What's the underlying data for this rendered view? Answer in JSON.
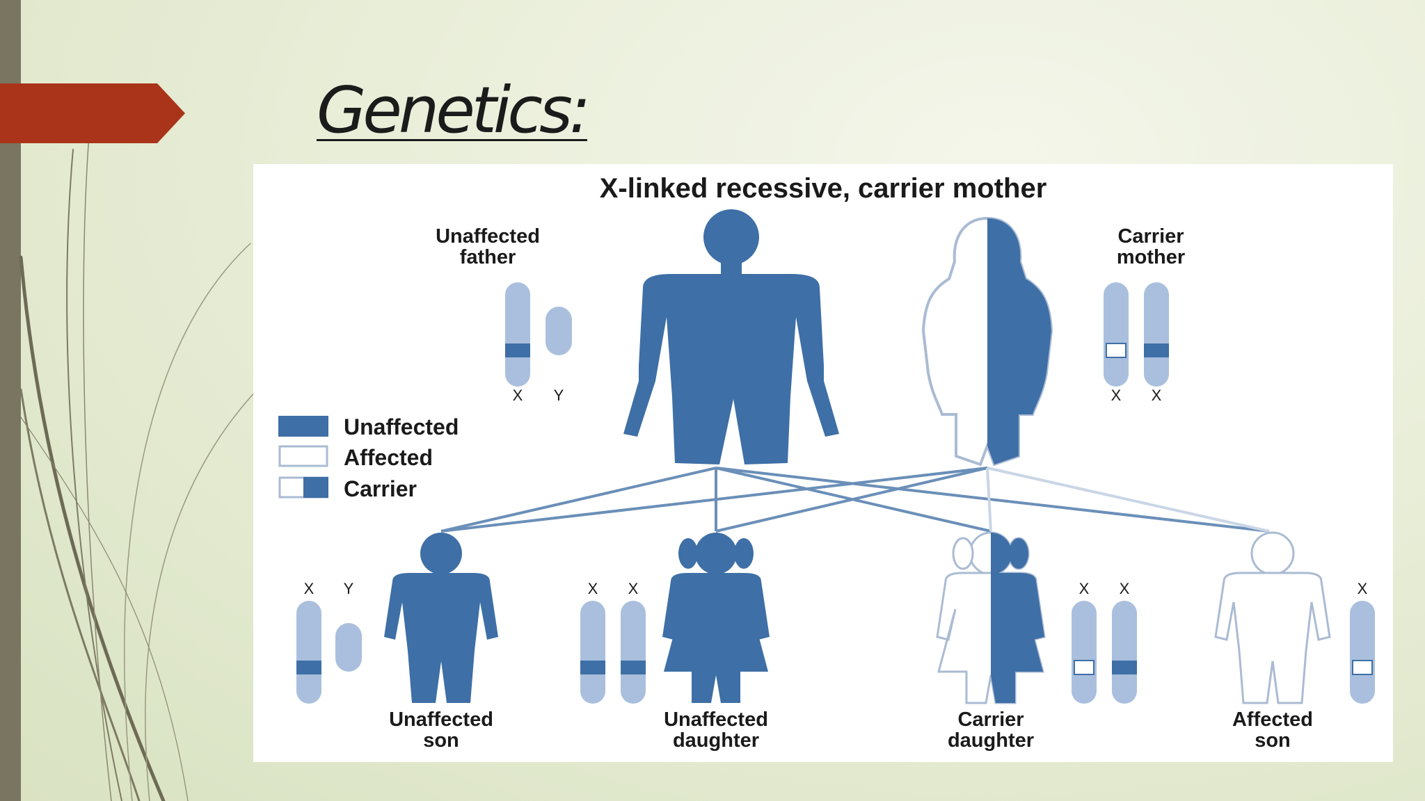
{
  "slide": {
    "title": "Genetics:",
    "accent_color": "#a9341a",
    "bar_color": "#7a7560"
  },
  "figure": {
    "heading": "X-linked recessive, carrier mother",
    "colors": {
      "blue": "#3e6fa6",
      "light_blue": "#a9bfdd",
      "white": "#ffffff",
      "outline": "#aabbd3"
    },
    "parents": {
      "father": {
        "line1": "Unaffected",
        "line2": "father",
        "chrom1": "X",
        "chrom2": "Y"
      },
      "mother": {
        "line1": "Carrier",
        "line2": "mother",
        "chrom1": "X",
        "chrom2": "X"
      }
    },
    "legend": [
      {
        "label": "Unaffected",
        "swatch": "blue"
      },
      {
        "label": "Affected",
        "swatch": "white"
      },
      {
        "label": "Carrier",
        "swatch": "half"
      }
    ],
    "children": [
      {
        "line1": "Unaffected",
        "line2": "son",
        "chrom1": "X",
        "chrom2": "Y",
        "body": "blue"
      },
      {
        "line1": "Unaffected",
        "line2": "daughter",
        "chrom1": "X",
        "chrom2": "X",
        "body": "blue"
      },
      {
        "line1": "Carrier",
        "line2": "daughter",
        "chrom1": "X",
        "chrom2": "X",
        "body": "half"
      },
      {
        "line1": "Affected",
        "line2": "son",
        "chrom1": "X",
        "chrom2": "",
        "body": "white"
      }
    ]
  }
}
